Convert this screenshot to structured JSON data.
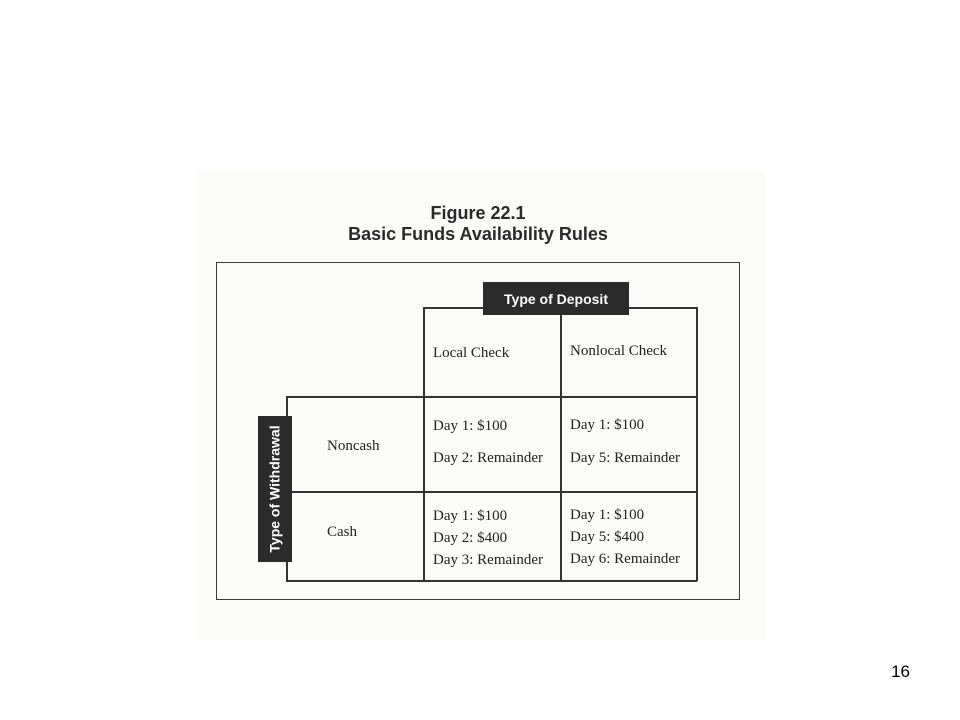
{
  "figure": {
    "title_line1": "Figure 22.1",
    "title_line2": "Basic Funds Availability Rules"
  },
  "table": {
    "column_group_label": "Type of Deposit",
    "row_group_label": "Type of Withdrawal",
    "columns": [
      "Local Check",
      "Nonlocal Check"
    ],
    "rows": [
      {
        "label": "Noncash",
        "cells": [
          [
            "Day 1: $100",
            "Day 2: Remainder"
          ],
          [
            "Day 1: $100",
            "Day 5: Remainder"
          ]
        ]
      },
      {
        "label": "Cash",
        "cells": [
          [
            "Day 1: $100",
            "Day 2: $400",
            "Day 3: Remainder"
          ],
          [
            "Day 1: $100",
            "Day 5: $400",
            "Day 6: Remainder"
          ]
        ]
      }
    ]
  },
  "page_number": "16"
}
